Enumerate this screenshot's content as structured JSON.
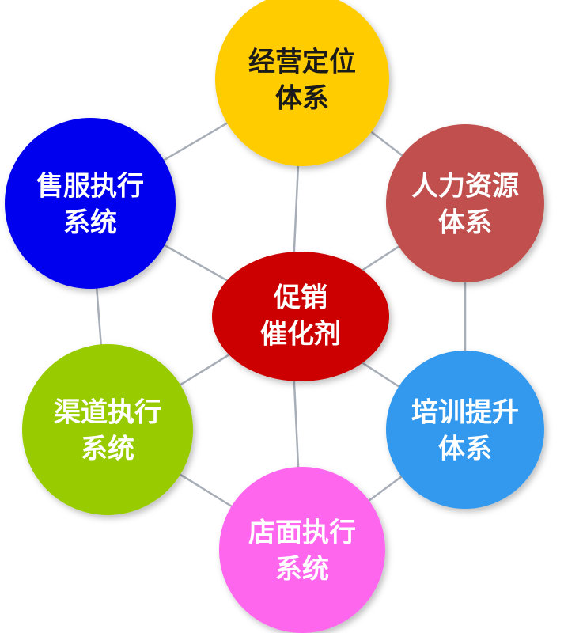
{
  "diagram": {
    "center": {
      "line1": "促销",
      "line2": "催化剂",
      "color": "#cc0000",
      "text_color": "#ffffff"
    },
    "nodes": [
      {
        "id": "top",
        "line1": "经营定位",
        "line2": "体系",
        "color": "#ffcc00",
        "text_color": "#1a1a1a"
      },
      {
        "id": "upper-right",
        "line1": "人力资源",
        "line2": "体系",
        "color": "#c0504d",
        "text_color": "#ffffff"
      },
      {
        "id": "lower-right",
        "line1": "培训提升",
        "line2": "体系",
        "color": "#3399ee",
        "text_color": "#ffffff"
      },
      {
        "id": "bottom",
        "line1": "店面执行",
        "line2": "系统",
        "color": "#ff66ee",
        "text_color": "#ffffff"
      },
      {
        "id": "lower-left",
        "line1": "渠道执行",
        "line2": "系统",
        "color": "#99cc00",
        "text_color": "#ffffff"
      },
      {
        "id": "upper-left",
        "line1": "售服执行",
        "line2": "系统",
        "color": "#0000ee",
        "text_color": "#ffffff"
      }
    ]
  }
}
